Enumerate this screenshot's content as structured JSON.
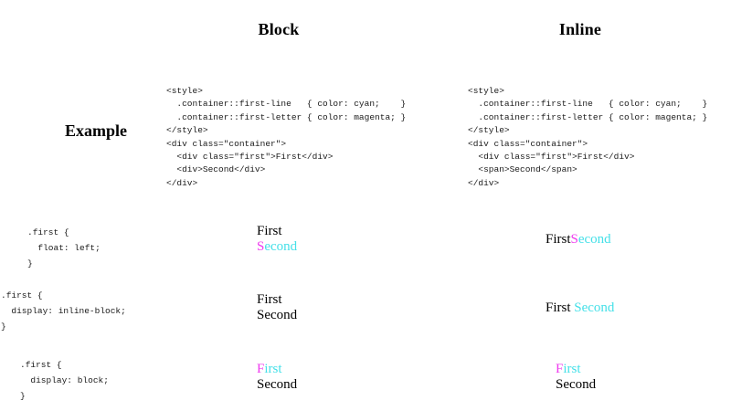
{
  "page": {
    "background_color": "#ffffff",
    "text_color": "#000000"
  },
  "colors": {
    "cyan": "#00FFFF",
    "magenta": "#FF00FF",
    "black": "#000000"
  },
  "headers": {
    "row_label_column": "",
    "block": "Block",
    "inline": "Inline"
  },
  "example_row": {
    "label": "Example",
    "block_code": "<style>\n  .container::first-line   { color: cyan;    }\n  .container::first-letter { color: magenta; }\n</style>\n<div class=\"container\">\n  <div class=\"first\">First</div>\n  <div>Second</div>\n</div>",
    "inline_code": "<style>\n  .container::first-line   { color: cyan;    }\n  .container::first-letter { color: magenta; }\n</style>\n<div class=\"container\">\n  <div class=\"first\">First</div>\n  <span>Second</span>\n</div>"
  },
  "rows": [
    {
      "id": "float-left",
      "snippet": ".first {\n  float: left;\n}",
      "block_result": {
        "lines": [
          [
            {
              "text": "First",
              "color": "black"
            }
          ],
          [
            {
              "text": "S",
              "color": "magenta"
            },
            {
              "text": "econd",
              "color": "cyan"
            }
          ]
        ]
      },
      "inline_result": {
        "lines": [
          [
            {
              "text": "First",
              "color": "black"
            },
            {
              "text": "S",
              "color": "magenta"
            },
            {
              "text": "econd",
              "color": "cyan"
            }
          ]
        ]
      }
    },
    {
      "id": "display-inline-block",
      "snippet": ".first {\n  display: inline-block;\n}",
      "block_result": {
        "lines": [
          [
            {
              "text": "First",
              "color": "black"
            }
          ],
          [
            {
              "text": "Second",
              "color": "black"
            }
          ]
        ]
      },
      "inline_result": {
        "lines": [
          [
            {
              "text": "First ",
              "color": "black"
            },
            {
              "text": "Second",
              "color": "cyan"
            }
          ]
        ]
      }
    },
    {
      "id": "display-block",
      "snippet": ".first {\n  display: block;\n}",
      "block_result": {
        "lines": [
          [
            {
              "text": "F",
              "color": "magenta"
            },
            {
              "text": "irst",
              "color": "cyan"
            }
          ],
          [
            {
              "text": "Second",
              "color": "black"
            }
          ]
        ]
      },
      "inline_result": {
        "lines": [
          [
            {
              "text": "F",
              "color": "magenta"
            },
            {
              "text": "irst",
              "color": "cyan"
            }
          ],
          [
            {
              "text": "Second",
              "color": "black"
            }
          ]
        ]
      }
    }
  ]
}
